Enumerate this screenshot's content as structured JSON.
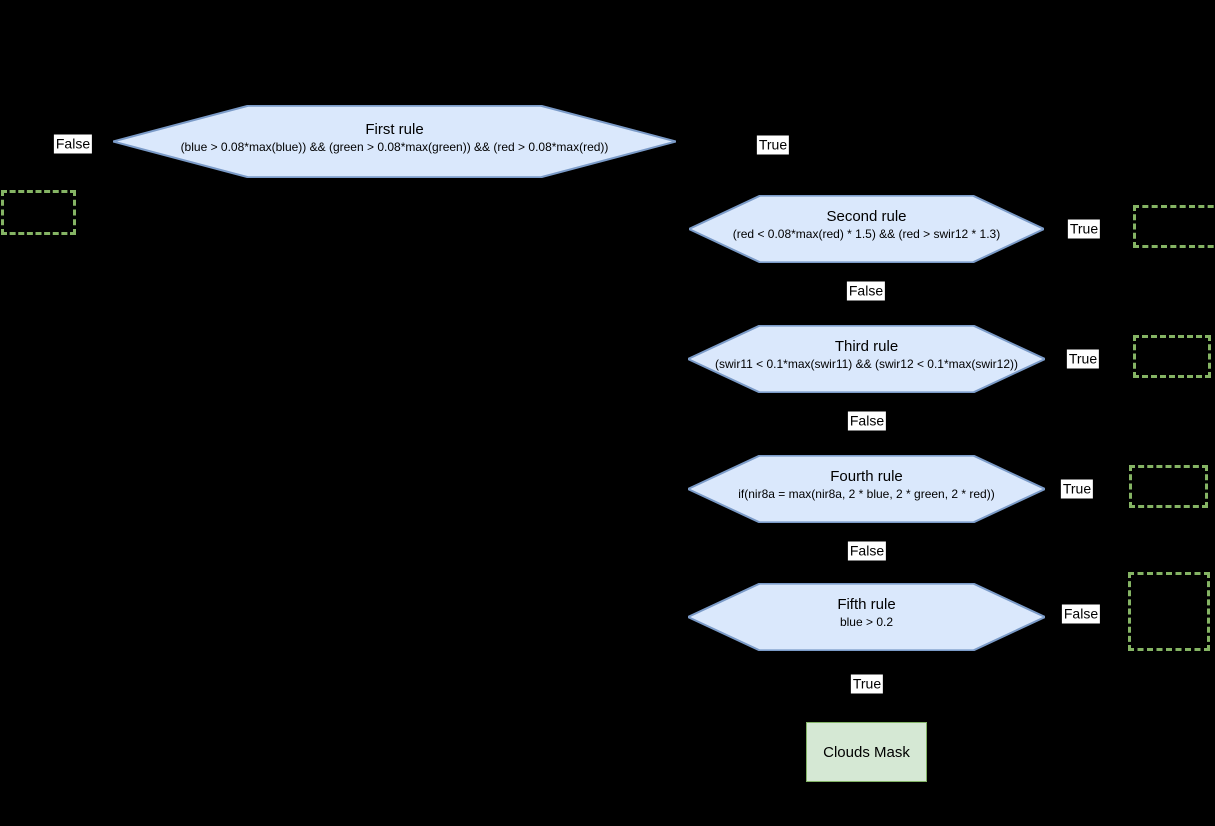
{
  "colors": {
    "bg": "#000000",
    "hex-fill": "#dae8fc",
    "hex-stroke": "#7b9bc8",
    "mask-fill": "#d5e8d4",
    "mask-stroke": "#82b366",
    "dashed-stroke": "#85b464",
    "label-bg": "#ffffff",
    "label-fg": "#000000"
  },
  "nodes": {
    "rule1": {
      "title": "First rule",
      "condition": "(blue > 0.08*max(blue)) && (green > 0.08*max(green)) && (red > 0.08*max(red))"
    },
    "rule2": {
      "title": "Second rule",
      "condition": "(red < 0.08*max(red) * 1.5) && (red > swir12 * 1.3)"
    },
    "rule3": {
      "title": "Third rule",
      "condition": "(swir11 < 0.1*max(swir11) && (swir12 < 0.1*max(swir12))"
    },
    "rule4": {
      "title": "Fourth rule",
      "condition": "if(nir8a = max(nir8a, 2 * blue, 2 * green, 2 * red))"
    },
    "rule5": {
      "title": "Fifth rule",
      "condition": "blue > 0.2"
    },
    "clouds_mask": {
      "label": "Clouds Mask"
    }
  },
  "labels": {
    "rule1_false": "False",
    "rule1_true": "True",
    "rule2_true": "True",
    "rule2_false": "False",
    "rule3_true": "True",
    "rule3_false": "False",
    "rule4_true": "True",
    "rule4_false": "False",
    "rule5_false": "False",
    "rule5_true": "True"
  }
}
